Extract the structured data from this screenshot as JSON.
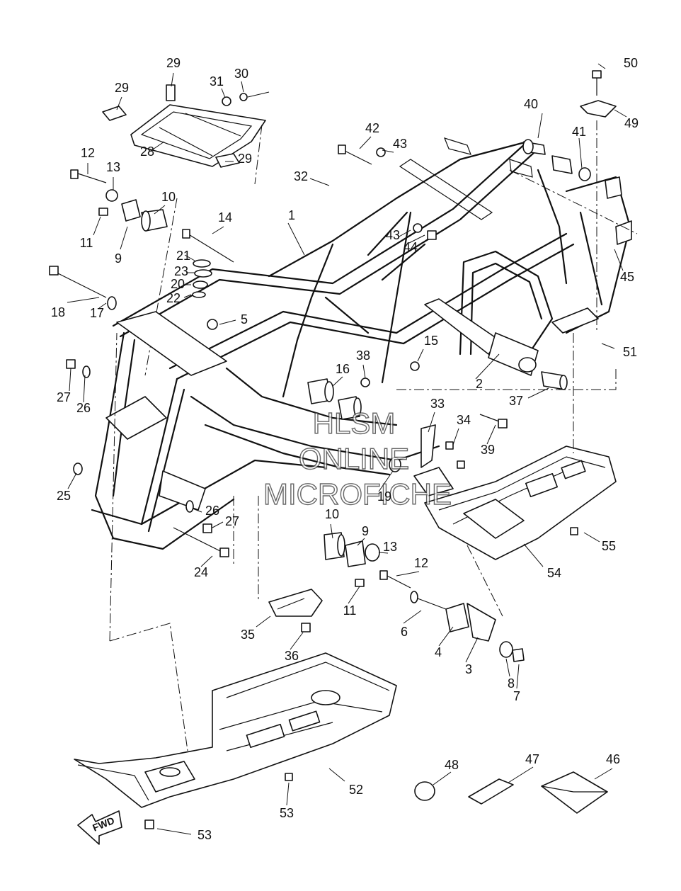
{
  "watermark": {
    "line1": "HLSM",
    "line2": "ONLINE",
    "line3": "MICROFICHE"
  },
  "fwd_label": "FWD",
  "callouts": [
    {
      "id": "c29a",
      "text": "29"
    },
    {
      "id": "c29b",
      "text": "29"
    },
    {
      "id": "c29c",
      "text": "29"
    },
    {
      "id": "c31",
      "text": "31"
    },
    {
      "id": "c30",
      "text": "30"
    },
    {
      "id": "c28",
      "text": "28"
    },
    {
      "id": "c12a",
      "text": "12"
    },
    {
      "id": "c13a",
      "text": "13"
    },
    {
      "id": "c10a",
      "text": "10"
    },
    {
      "id": "c11a",
      "text": "11"
    },
    {
      "id": "c9a",
      "text": "9"
    },
    {
      "id": "c14",
      "text": "14"
    },
    {
      "id": "c1",
      "text": "1"
    },
    {
      "id": "c32",
      "text": "32"
    },
    {
      "id": "c42",
      "text": "42"
    },
    {
      "id": "c43a",
      "text": "43"
    },
    {
      "id": "c43b",
      "text": "43"
    },
    {
      "id": "c44",
      "text": "44"
    },
    {
      "id": "c40",
      "text": "40"
    },
    {
      "id": "c41",
      "text": "41"
    },
    {
      "id": "c50",
      "text": "50"
    },
    {
      "id": "c49",
      "text": "49"
    },
    {
      "id": "c45",
      "text": "45"
    },
    {
      "id": "c51",
      "text": "51"
    },
    {
      "id": "c21",
      "text": "21"
    },
    {
      "id": "c23",
      "text": "23"
    },
    {
      "id": "c20",
      "text": "20"
    },
    {
      "id": "c22",
      "text": "22"
    },
    {
      "id": "c5",
      "text": "5"
    },
    {
      "id": "c18",
      "text": "18"
    },
    {
      "id": "c17",
      "text": "17"
    },
    {
      "id": "c15",
      "text": "15"
    },
    {
      "id": "c38",
      "text": "38"
    },
    {
      "id": "c16",
      "text": "16"
    },
    {
      "id": "c2",
      "text": "2"
    },
    {
      "id": "c37",
      "text": "37"
    },
    {
      "id": "c27a",
      "text": "27"
    },
    {
      "id": "c26a",
      "text": "26"
    },
    {
      "id": "c33",
      "text": "33"
    },
    {
      "id": "c34",
      "text": "34"
    },
    {
      "id": "c39",
      "text": "39"
    },
    {
      "id": "c19",
      "text": "19"
    },
    {
      "id": "c25",
      "text": "25"
    },
    {
      "id": "c26b",
      "text": "26"
    },
    {
      "id": "c27b",
      "text": "27"
    },
    {
      "id": "c24",
      "text": "24"
    },
    {
      "id": "c10b",
      "text": "10"
    },
    {
      "id": "c9b",
      "text": "9"
    },
    {
      "id": "c13b",
      "text": "13"
    },
    {
      "id": "c12b",
      "text": "12"
    },
    {
      "id": "c11b",
      "text": "11"
    },
    {
      "id": "c55",
      "text": "55"
    },
    {
      "id": "c54",
      "text": "54"
    },
    {
      "id": "c6",
      "text": "6"
    },
    {
      "id": "c35",
      "text": "35"
    },
    {
      "id": "c36",
      "text": "36"
    },
    {
      "id": "c4",
      "text": "4"
    },
    {
      "id": "c3",
      "text": "3"
    },
    {
      "id": "c8",
      "text": "8"
    },
    {
      "id": "c7",
      "text": "7"
    },
    {
      "id": "c48",
      "text": "48"
    },
    {
      "id": "c47",
      "text": "47"
    },
    {
      "id": "c46",
      "text": "46"
    },
    {
      "id": "c52",
      "text": "52"
    },
    {
      "id": "c53a",
      "text": "53"
    },
    {
      "id": "c53b",
      "text": "53"
    }
  ]
}
